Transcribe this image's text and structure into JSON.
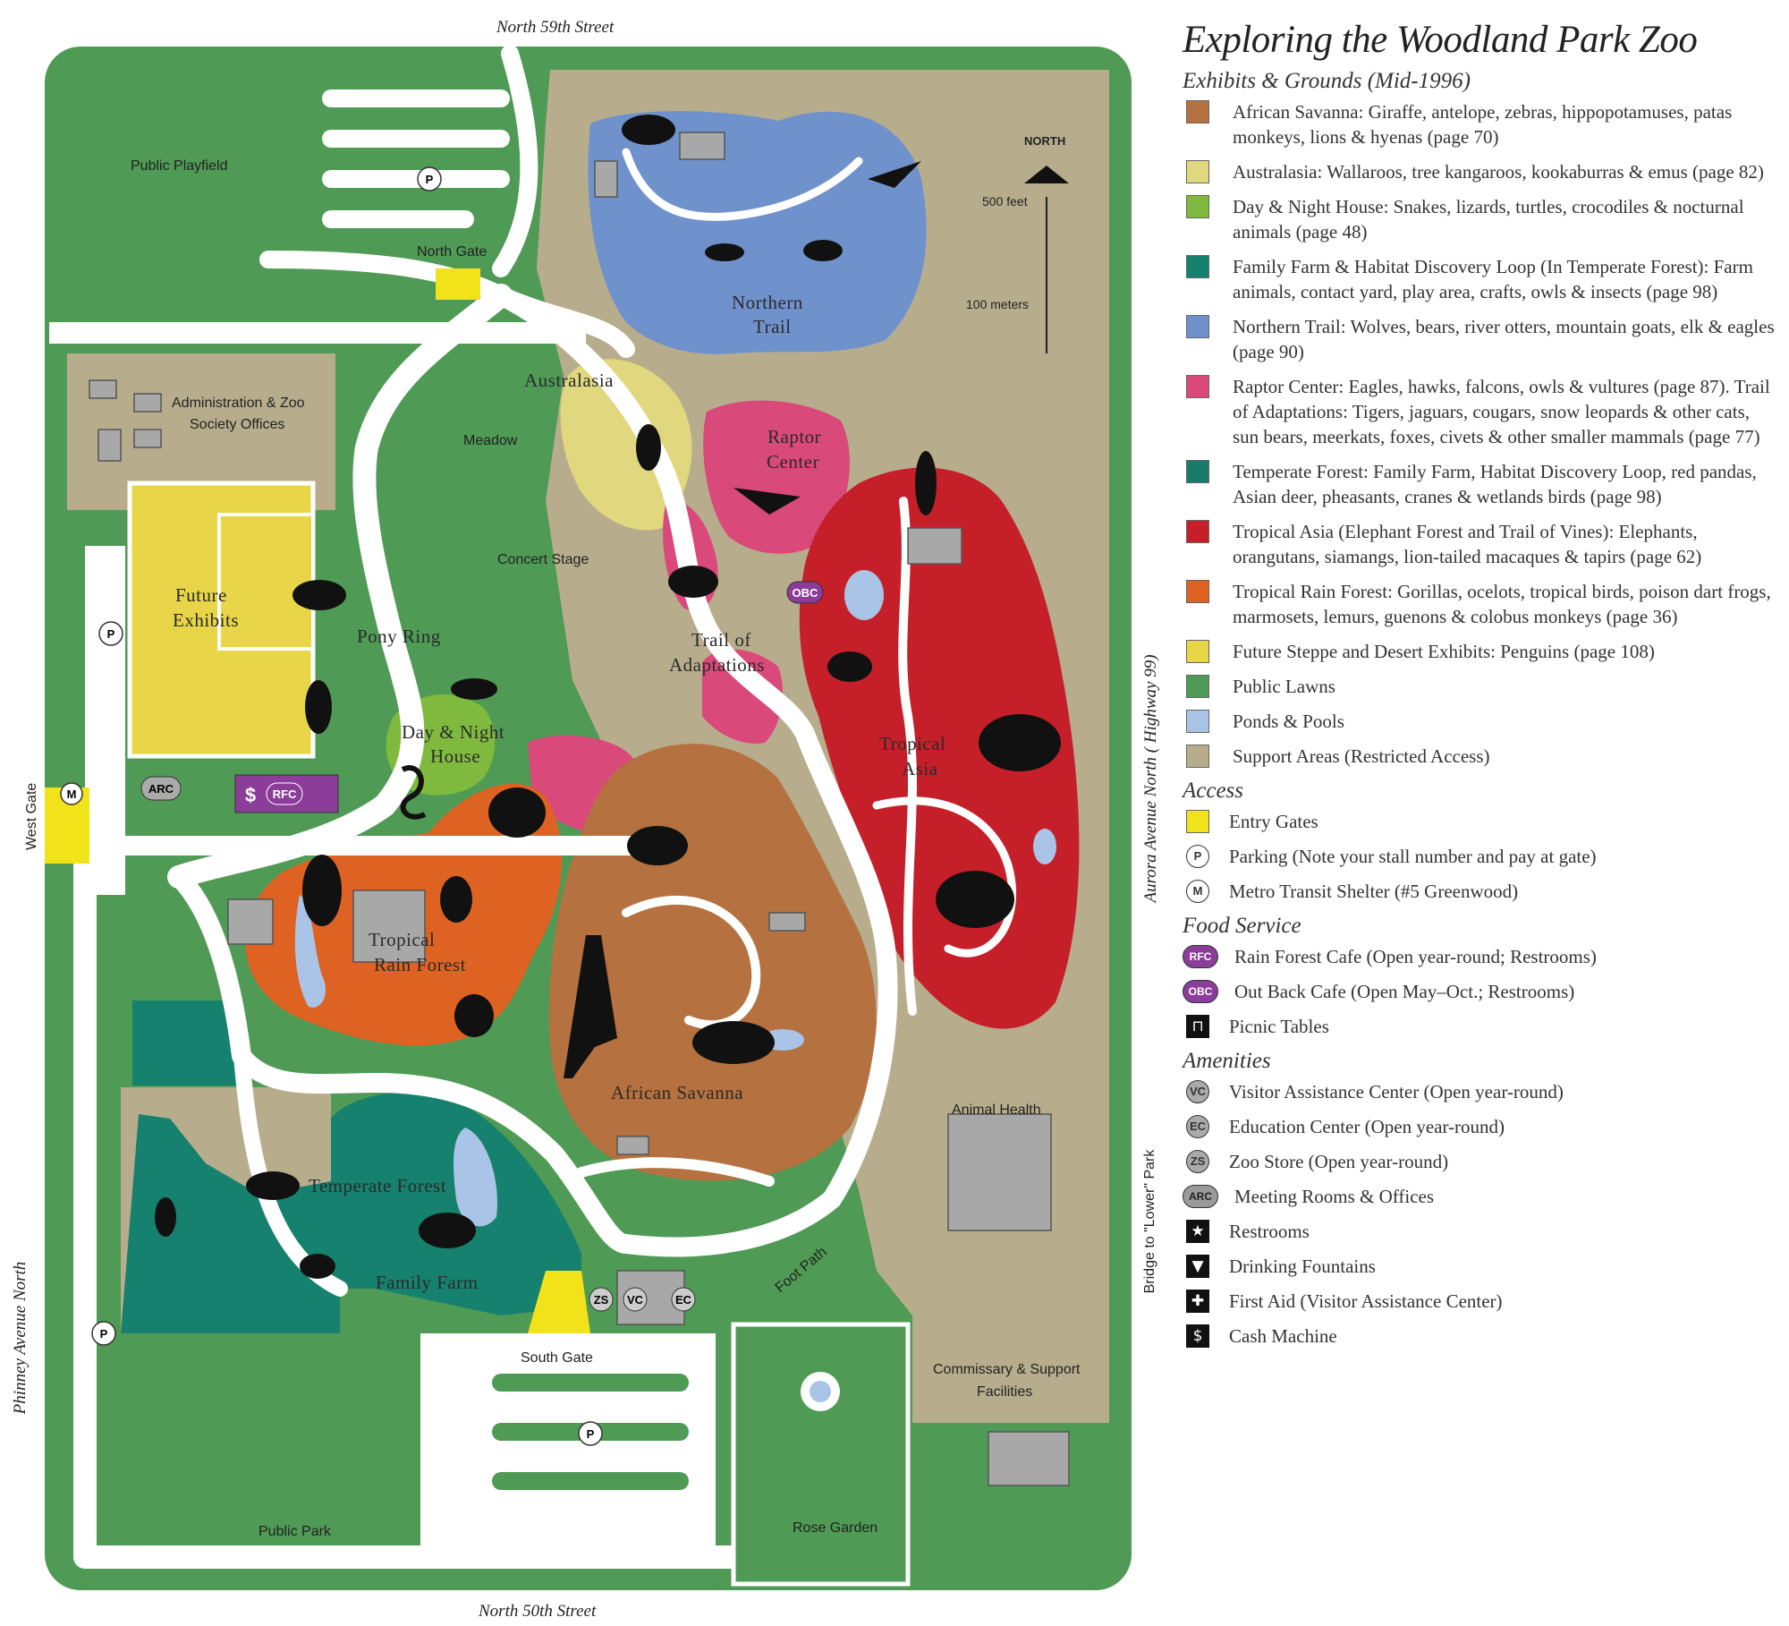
{
  "map": {
    "streets": {
      "north": "North 59th Street",
      "south": "North 50th Street",
      "west": "Phinney Avenue North",
      "east": "Aurora Avenue North ( Highway 99)",
      "bridge": "Bridge to \"Lower\" Park"
    },
    "areas": {
      "public_playfield": "Public Playfield",
      "north_gate": "North Gate",
      "admin_line1": "Administration & Zoo",
      "admin_line2": "Society Offices",
      "meadow": "Meadow",
      "concert_stage": "Concert Stage",
      "future_line1": "Future",
      "future_line2": "Exhibits",
      "pony_ring": "Pony Ring",
      "west_gate": "West Gate",
      "south_gate": "South Gate",
      "public_park": "Public Park",
      "rose_garden": "Rose Garden",
      "animal_health": "Animal Health",
      "commissary_line1": "Commissary & Support",
      "commissary_line2": "Facilities",
      "foot_path": "Foot Path"
    },
    "exhibits": {
      "northern_trail_1": "Northern",
      "northern_trail_2": "Trail",
      "australasia": "Australasia",
      "raptor_1": "Raptor",
      "raptor_2": "Center",
      "trail_adapt_1": "Trail of",
      "trail_adapt_2": "Adaptations",
      "day_night_1": "Day & Night",
      "day_night_2": "House",
      "tropical_asia_1": "Tropical",
      "tropical_asia_2": "Asia",
      "tropical_rf_1": "Tropical",
      "tropical_rf_2": "Rain Forest",
      "african_savanna": "African Savanna",
      "temperate_forest": "Temperate Forest",
      "family_farm": "Family Farm"
    },
    "scale": {
      "north": "NORTH",
      "feet": "500 feet",
      "meters": "100 meters"
    },
    "badges": {
      "parking": "P",
      "metro": "M",
      "arc": "ARC",
      "rfc": "RFC",
      "obc": "OBC",
      "zs": "ZS",
      "vc": "VC",
      "ec": "EC",
      "cash": "$"
    }
  },
  "legend": {
    "title": "Exploring the Woodland Park Zoo",
    "exhibits_heading": "Exhibits & Grounds (Mid-1996)",
    "exhibits": [
      {
        "color": "#b5713f",
        "text": "African Savanna: Giraffe, antelope, zebras, hippopotamuses, patas monkeys, lions & hyenas (page 70)"
      },
      {
        "color": "#e0d77e",
        "text": "Australasia: Wallaroos, tree kangaroos, kookaburras & emus (page 82)"
      },
      {
        "color": "#7fba3e",
        "text": "Day & Night House: Snakes, lizards, turtles, crocodiles & nocturnal animals (page 48)"
      },
      {
        "color": "#16816e",
        "text": "Family Farm & Habitat Discovery Loop (In Temperate Forest): Farm animals, contact yard, play area, crafts, owls & insects (page 98)"
      },
      {
        "color": "#6f92cc",
        "text": "Northern Trail: Wolves, bears, river otters, mountain goats, elk & eagles (page 90)"
      },
      {
        "color": "#d9497a",
        "text": "Raptor Center: Eagles, hawks, falcons, owls & vultures (page 87). Trail of Adaptations: Tigers, jaguars, cougars, snow leopards & other cats, sun bears, meerkats, foxes, civets & other smaller mammals (page 77)"
      },
      {
        "color": "#1a7a6a",
        "text": "Temperate Forest: Family Farm, Habitat Discovery Loop, red pandas, Asian deer, pheasants, cranes & wetlands birds (page 98)"
      },
      {
        "color": "#c5202a",
        "text": "Tropical Asia (Elephant Forest and Trail of Vines): Elephants, orangutans, siamangs, lion-tailed macaques & tapirs (page 62)"
      },
      {
        "color": "#de6322",
        "text": "Tropical Rain Forest: Gorillas, ocelots, tropical birds,  poison dart frogs, marmosets, lemurs, guenons & colobus monkeys (page 36)"
      },
      {
        "color": "#e8d548",
        "text": "Future Steppe and Desert Exhibits: Penguins (page 108)"
      },
      {
        "color": "#4f9a55",
        "text": "Public Lawns"
      },
      {
        "color": "#a9c4e6",
        "text": "Ponds & Pools"
      },
      {
        "color": "#b7ad8c",
        "text": "Support Areas (Restricted Access)"
      }
    ],
    "access_heading": "Access",
    "access": [
      {
        "icon": "swatch",
        "text": "Entry Gates"
      },
      {
        "icon": "P",
        "text": "Parking (Note your stall number and pay at gate)"
      },
      {
        "icon": "M",
        "text": "Metro Transit Shelter (#5 Greenwood)"
      }
    ],
    "food_heading": "Food Service",
    "food": [
      {
        "icon": "RFC",
        "text": "Rain Forest Cafe (Open year-round; Restrooms)"
      },
      {
        "icon": "OBC",
        "text": "Out Back Cafe (Open May–Oct.; Restrooms)"
      },
      {
        "icon": "picnic",
        "text": "Picnic Tables"
      }
    ],
    "amenities_heading": "Amenities",
    "amenities": [
      {
        "icon": "VC",
        "text": "Visitor Assistance Center (Open year-round)"
      },
      {
        "icon": "EC",
        "text": "Education Center (Open year-round)"
      },
      {
        "icon": "ZS",
        "text": "Zoo Store (Open year-round)"
      },
      {
        "icon": "ARC",
        "text": "Meeting Rooms & Offices"
      },
      {
        "icon": "star",
        "text": "Restrooms"
      },
      {
        "icon": "fountain",
        "text": "Drinking Fountains"
      },
      {
        "icon": "aid",
        "text": "First Aid (Visitor Assistance Center)"
      },
      {
        "icon": "cash",
        "text": "Cash Machine"
      }
    ],
    "colors": {
      "entry_gate": "#f2e21a",
      "lawn": "#4f9a55",
      "path": "#ffffff"
    }
  }
}
